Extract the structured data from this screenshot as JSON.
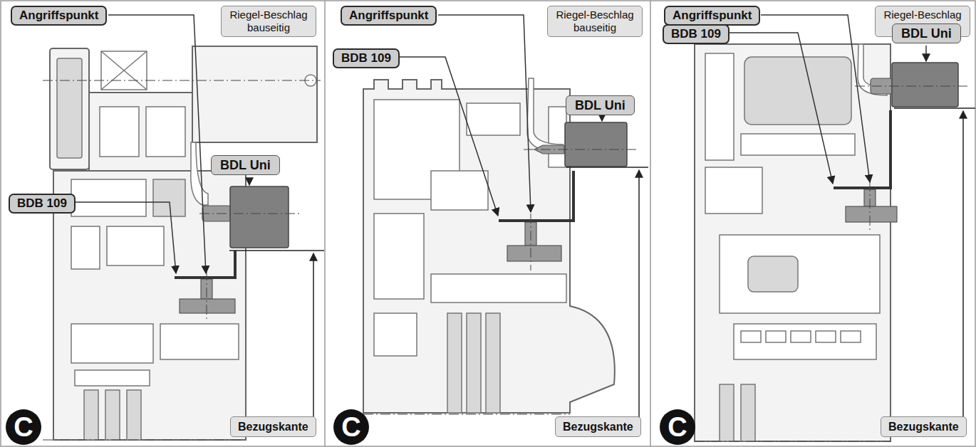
{
  "diagram": {
    "nodes": [
      {
        "text": [
          "Angriffspunkt"
        ]
      },
      {
        "text": [
          "Riegel-Beschlag bauseitig"
        ]
      },
      {
        "text": [
          "BDL Uni"
        ]
      },
      {
        "text": [
          "BDB 109"
        ]
      },
      {
        "text": [
          "C"
        ]
      },
      {
        "text": [
          "Bezugskante"
        ]
      },
      {
        "text": [
          "Angriffspunkt"
        ]
      },
      {
        "text": [
          "Riegel-Beschlag bauseitig"
        ]
      },
      {
        "text": [
          "BDB 109"
        ]
      },
      {
        "text": [
          "BDL Uni"
        ]
      },
      {
        "text": [
          "C"
        ]
      },
      {
        "text": [
          "Bezugskante"
        ]
      },
      {
        "text": [
          "Angriffspunkt"
        ]
      },
      {
        "text": [
          "Riegel-Beschlag bauseitig"
        ]
      },
      {
        "text": [
          "BDB 109"
        ]
      },
      {
        "text": [
          "BDL Uni"
        ]
      },
      {
        "text": [
          "C"
        ]
      },
      {
        "text": [
          "Bezugskante"
        ]
      }
    ]
  }
}
